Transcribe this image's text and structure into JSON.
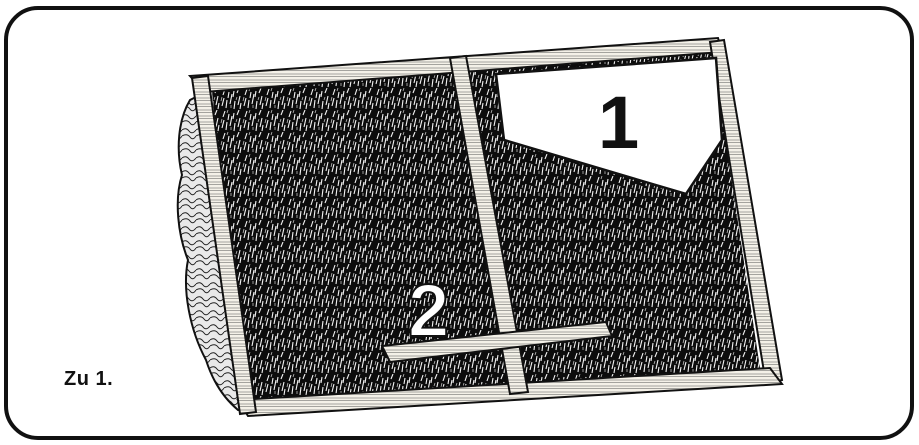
{
  "illustration": {
    "caption": "Zu 1.",
    "labels": {
      "part_1": "1",
      "part_2": "2"
    }
  },
  "colors": {
    "ink": "#111111",
    "paper": "#ffffff",
    "wood": "#f4f1e8"
  }
}
